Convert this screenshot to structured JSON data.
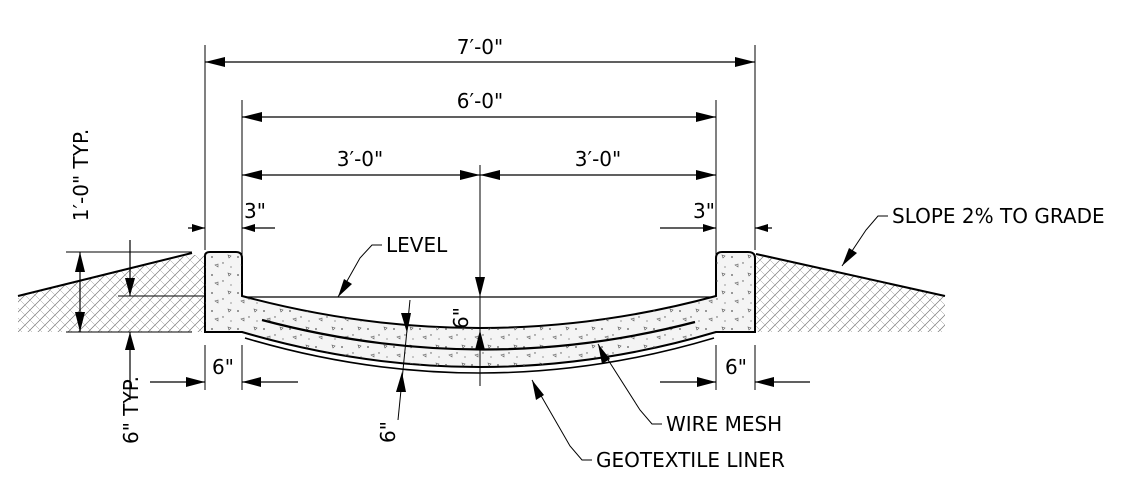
{
  "dimensions": {
    "overall_width": "7′-0\"",
    "channel_width": "6′-0\"",
    "half_width_left": "3′-0\"",
    "half_width_right": "3′-0\"",
    "curb_left": "3\"",
    "curb_right": "3\"",
    "wall_left": "6\"",
    "wall_right": "6\"",
    "depth_typ": "1′-0\" TYP.",
    "embed_typ": "6\" TYP.",
    "center_depth": "6\"",
    "slab_thickness": "6\""
  },
  "callouts": {
    "level": "LEVEL",
    "slope": "SLOPE 2% TO GRADE",
    "wire_mesh": "WIRE MESH",
    "geotextile": "GEOTEXTILE LINER"
  },
  "colors": {
    "line": "#000000",
    "concrete_fill": "#f4f4f4",
    "background": "#ffffff"
  }
}
